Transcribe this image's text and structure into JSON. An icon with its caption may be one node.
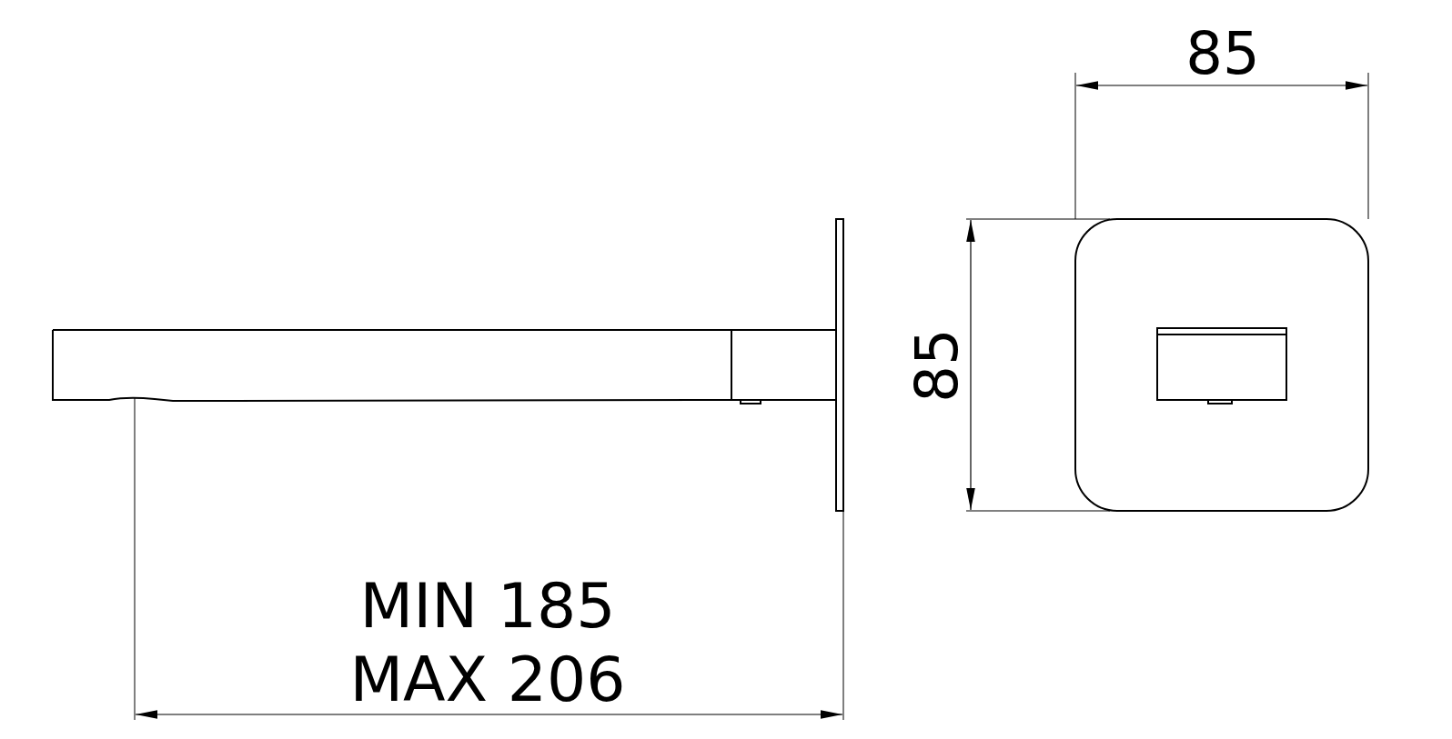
{
  "diagram": {
    "labels": [
      "85",
      "85",
      "MIN 185",
      "MAX 206"
    ]
  }
}
